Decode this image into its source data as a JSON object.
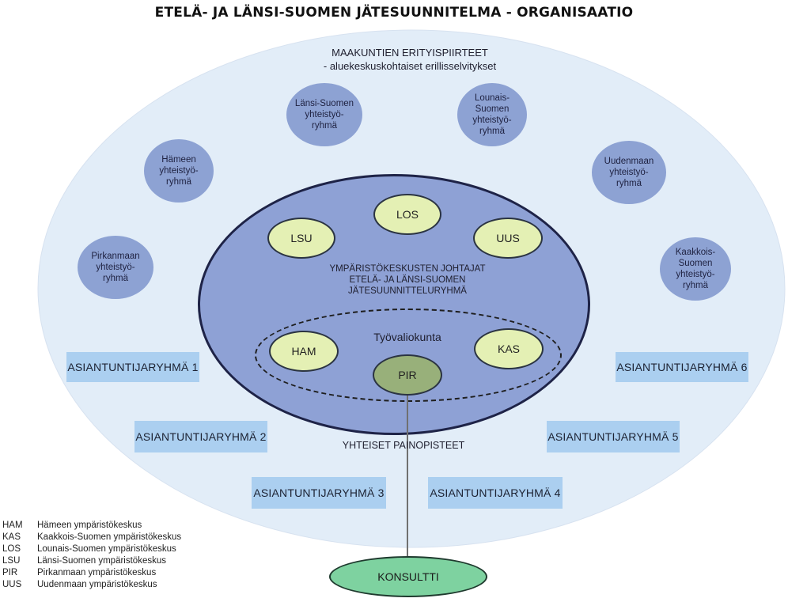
{
  "title": "ETELÄ- JA LÄNSI-SUOMEN JÄTESUUNNITELMA - ORGANISAATIO",
  "outer": {
    "heading": "MAAKUNTIEN ERITYISPIIRTEET",
    "subheading": "- aluekeskuskohtaiset erillisselvitykset",
    "bottom_label": "YHTEISET PAINOPISTEET"
  },
  "groups": [
    "Länsi-Suomen\nyhteistyö-\nryhmä",
    "Lounais-\nSuomen\nyhteistyö-\nryhmä",
    "Hämeen\nyhteistyö-\nryhmä",
    "Uudenmaan\nyhteistyö-\nryhmä",
    "Pirkanmaan\nyhteistyö-\nryhmä",
    "Kaakkois-\nSuomen\nyhteistyö-\nryhmä"
  ],
  "center": {
    "label_line1": "YMPÄRISTÖKESKUSTEN JOHTAJAT",
    "label_line2": "ETELÄ- JA LÄNSI-SUOMEN",
    "label_line3": "JÄTESUUNNITTELURYHMÄ",
    "working_committee": "Työvaliokunta",
    "nodes": {
      "los": "LOS",
      "lsu": "LSU",
      "uus": "UUS",
      "ham": "HAM",
      "kas": "KAS",
      "pir": "PIR"
    }
  },
  "expert_groups": [
    "ASIANTUNTIJARYHMÄ 1",
    "ASIANTUNTIJARYHMÄ 2",
    "ASIANTUNTIJARYHMÄ 3",
    "ASIANTUNTIJARYHMÄ 4",
    "ASIANTUNTIJARYHMÄ 5",
    "ASIANTUNTIJARYHMÄ 6"
  ],
  "consultant": "KONSULTTI",
  "legend": [
    {
      "abbr": "HAM",
      "name": "Hämeen ympäristökeskus"
    },
    {
      "abbr": "KAS",
      "name": "Kaakkois-Suomen ympäristökeskus"
    },
    {
      "abbr": "LOS",
      "name": "Lounais-Suomen ympäristökeskus"
    },
    {
      "abbr": "LSU",
      "name": "Länsi-Suomen ympäristökeskus"
    },
    {
      "abbr": "PIR",
      "name": "Pirkanmaan ympäristökeskus"
    },
    {
      "abbr": "UUS",
      "name": "Uudenmaan ympäristökeskus"
    }
  ],
  "colors": {
    "outer_fill": "#e2edf8",
    "bubble_fill": "#8da2d3",
    "center_fill": "#8ea1d5",
    "node_fill": "#e4f0b4",
    "pir_fill": "#98b07a",
    "box_fill": "#abcff0",
    "consultant_fill": "#7ed2a0"
  }
}
